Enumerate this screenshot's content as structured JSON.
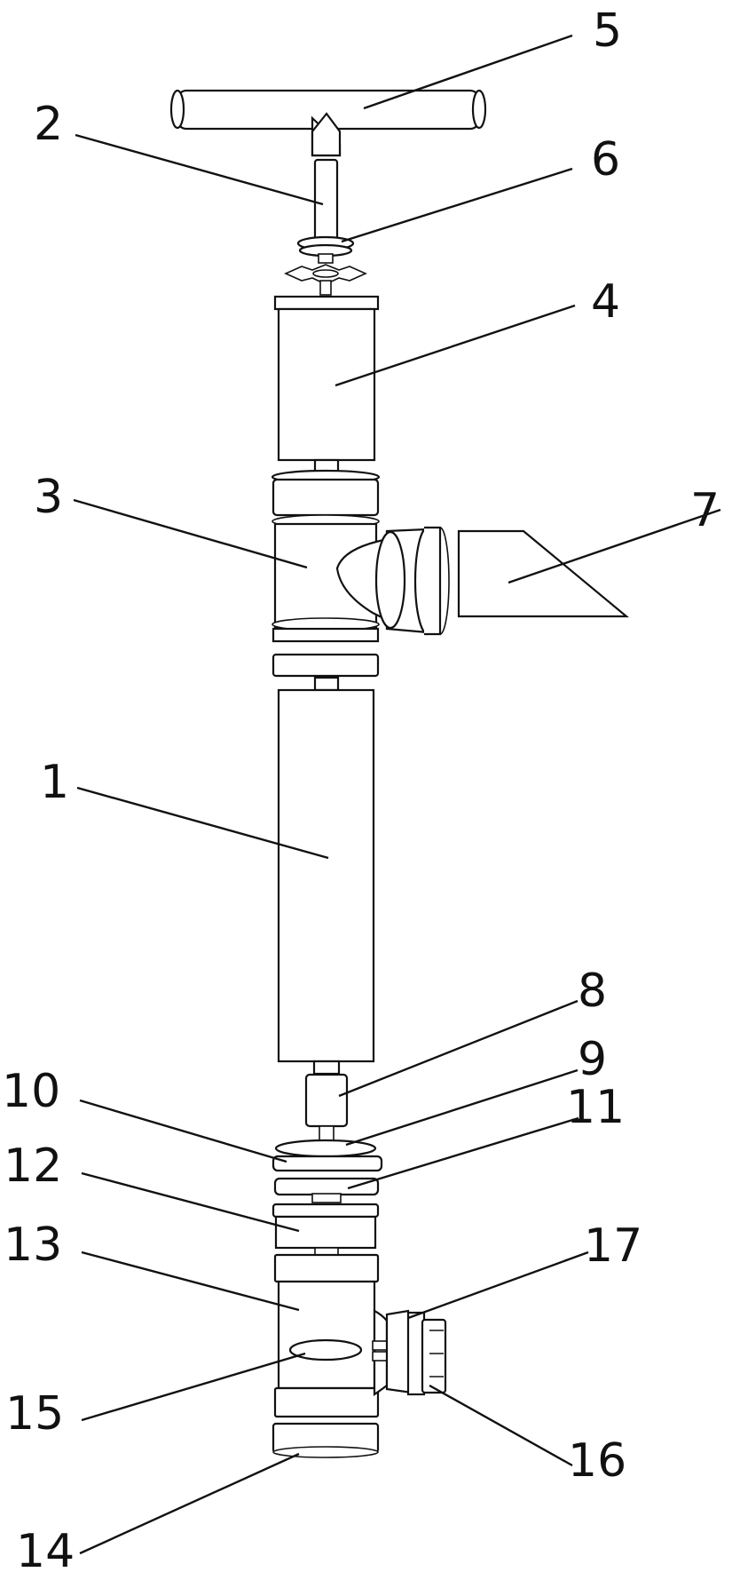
{
  "figure": {
    "labels": [
      "1",
      "2",
      "3",
      "4",
      "5",
      "6",
      "7",
      "8",
      "9",
      "10",
      "11",
      "12",
      "13",
      "14",
      "15",
      "16",
      "17"
    ]
  }
}
